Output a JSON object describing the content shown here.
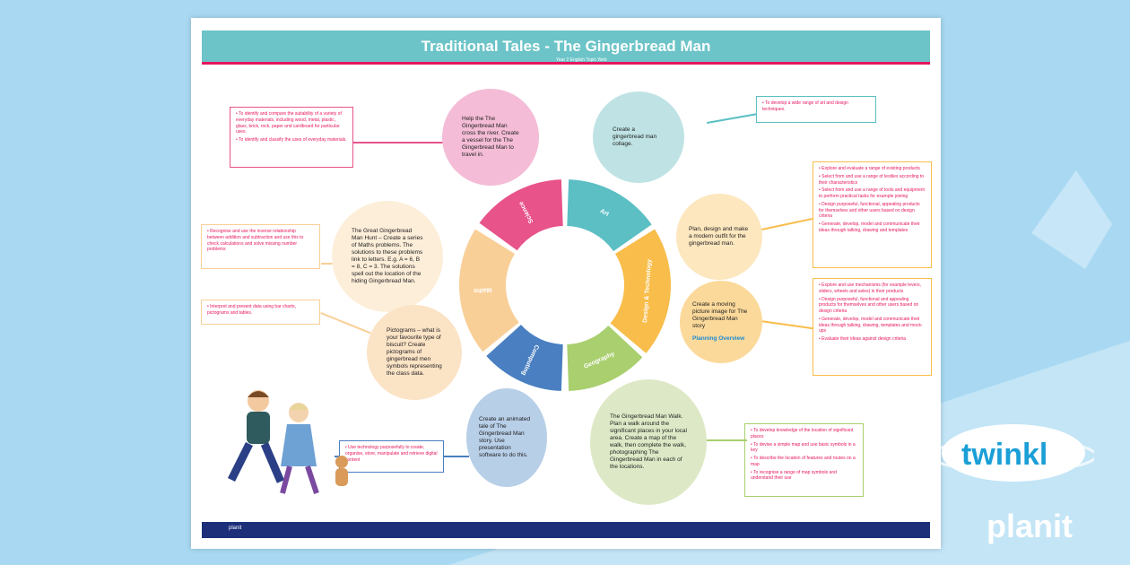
{
  "header": {
    "title": "Traditional Tales - The Gingerbread Man",
    "subtitle": "Year 2 English Topic Web"
  },
  "subjects": [
    {
      "name": "Science",
      "color": "#e8538a"
    },
    {
      "name": "Art",
      "color": "#5bbfc4"
    },
    {
      "name": "Design & Technology",
      "color": "#f8bd4a"
    },
    {
      "name": "Geography",
      "color": "#a9cf6e"
    },
    {
      "name": "Computing",
      "color": "#4a7fc1"
    },
    {
      "name": "Maths",
      "color": "#f9cf98"
    }
  ],
  "activities": {
    "science": "Help the The Gingerbread Man cross the river. Create a vessel for the The Gingerbread Man to travel in.",
    "art": "Create a gingerbread man collage.",
    "dt1": "Plan, design and make a modern outfit for the gingerbread man.",
    "dt2": "Create a moving picture image for The Gingerbread Man story",
    "dt2_link": "Planning Overview",
    "maths1": "The Great Gingerbread Man Hunt – Create a series of Maths problems. The solutions to these problems link to letters. E.g. A = 6, B = 8, C = 3. The solutions spell out the location of the hiding Gingerbread Man.",
    "maths2": "Pictograms – what is your favourite type of biscuit? Create pictograms of gingerbread men symbols representing the class data.",
    "computing": "Create an animated tale of The Gingerbread Man story. Use presentation software to do this.",
    "geography": "The Gingerbread Man Walk. Plan a walk around the significant places in your local area. Create a map of the walk, then complete the walk, photographing The Gingerbread Man in each of the locations."
  },
  "objectives": {
    "science": [
      "To identify and compare the suitability of a variety of everyday materials, including wood, metal, plastic, glass, brick, rock, paper and cardboard for particular uses.",
      "To identify and classify the uses of everyday materials."
    ],
    "art": [
      "To develop a wide range of art and design techniques."
    ],
    "dt1": [
      "Explore and evaluate a range of existing products",
      "Select from and use a range of textiles according to their characteristics",
      "Select from and use a range of tools and equipment to perform practical tasks for example joining",
      "Design purposeful, functional, appealing products for themselves and other users based on design criteria",
      "Generate, develop, model and communicate their ideas through talking, drawing and templates"
    ],
    "dt2": [
      "Explore and use mechanisms (for example levers, sliders, wheels and axles) in their products",
      "Design purposeful, functional and appealing products for themselves and other users based on design criteria",
      "Generate, develop, model and communicate their ideas through talking, drawing, templates and mock-ups",
      "Evaluate their ideas against design criteria"
    ],
    "maths1": [
      "Recognise and use the inverse relationship between addition and subtraction and use this to check calculations and solve missing number problems"
    ],
    "maths2": [
      "Interpret and present data using bar charts, pictograms and tables."
    ],
    "computing": [
      "Use technology purposefully to create, organise, store, manipulate and retrieve digital content"
    ],
    "geography": [
      "To develop knowledge of the location of significant places",
      "To devise a simple map and use basic symbols in a key",
      "To describe the location of features and routes on a map",
      "To recognise a range of map symbols and understand their use"
    ]
  },
  "footer": {
    "brand": "planit"
  },
  "logo": {
    "word": "twinkl",
    "sub": "planit"
  }
}
